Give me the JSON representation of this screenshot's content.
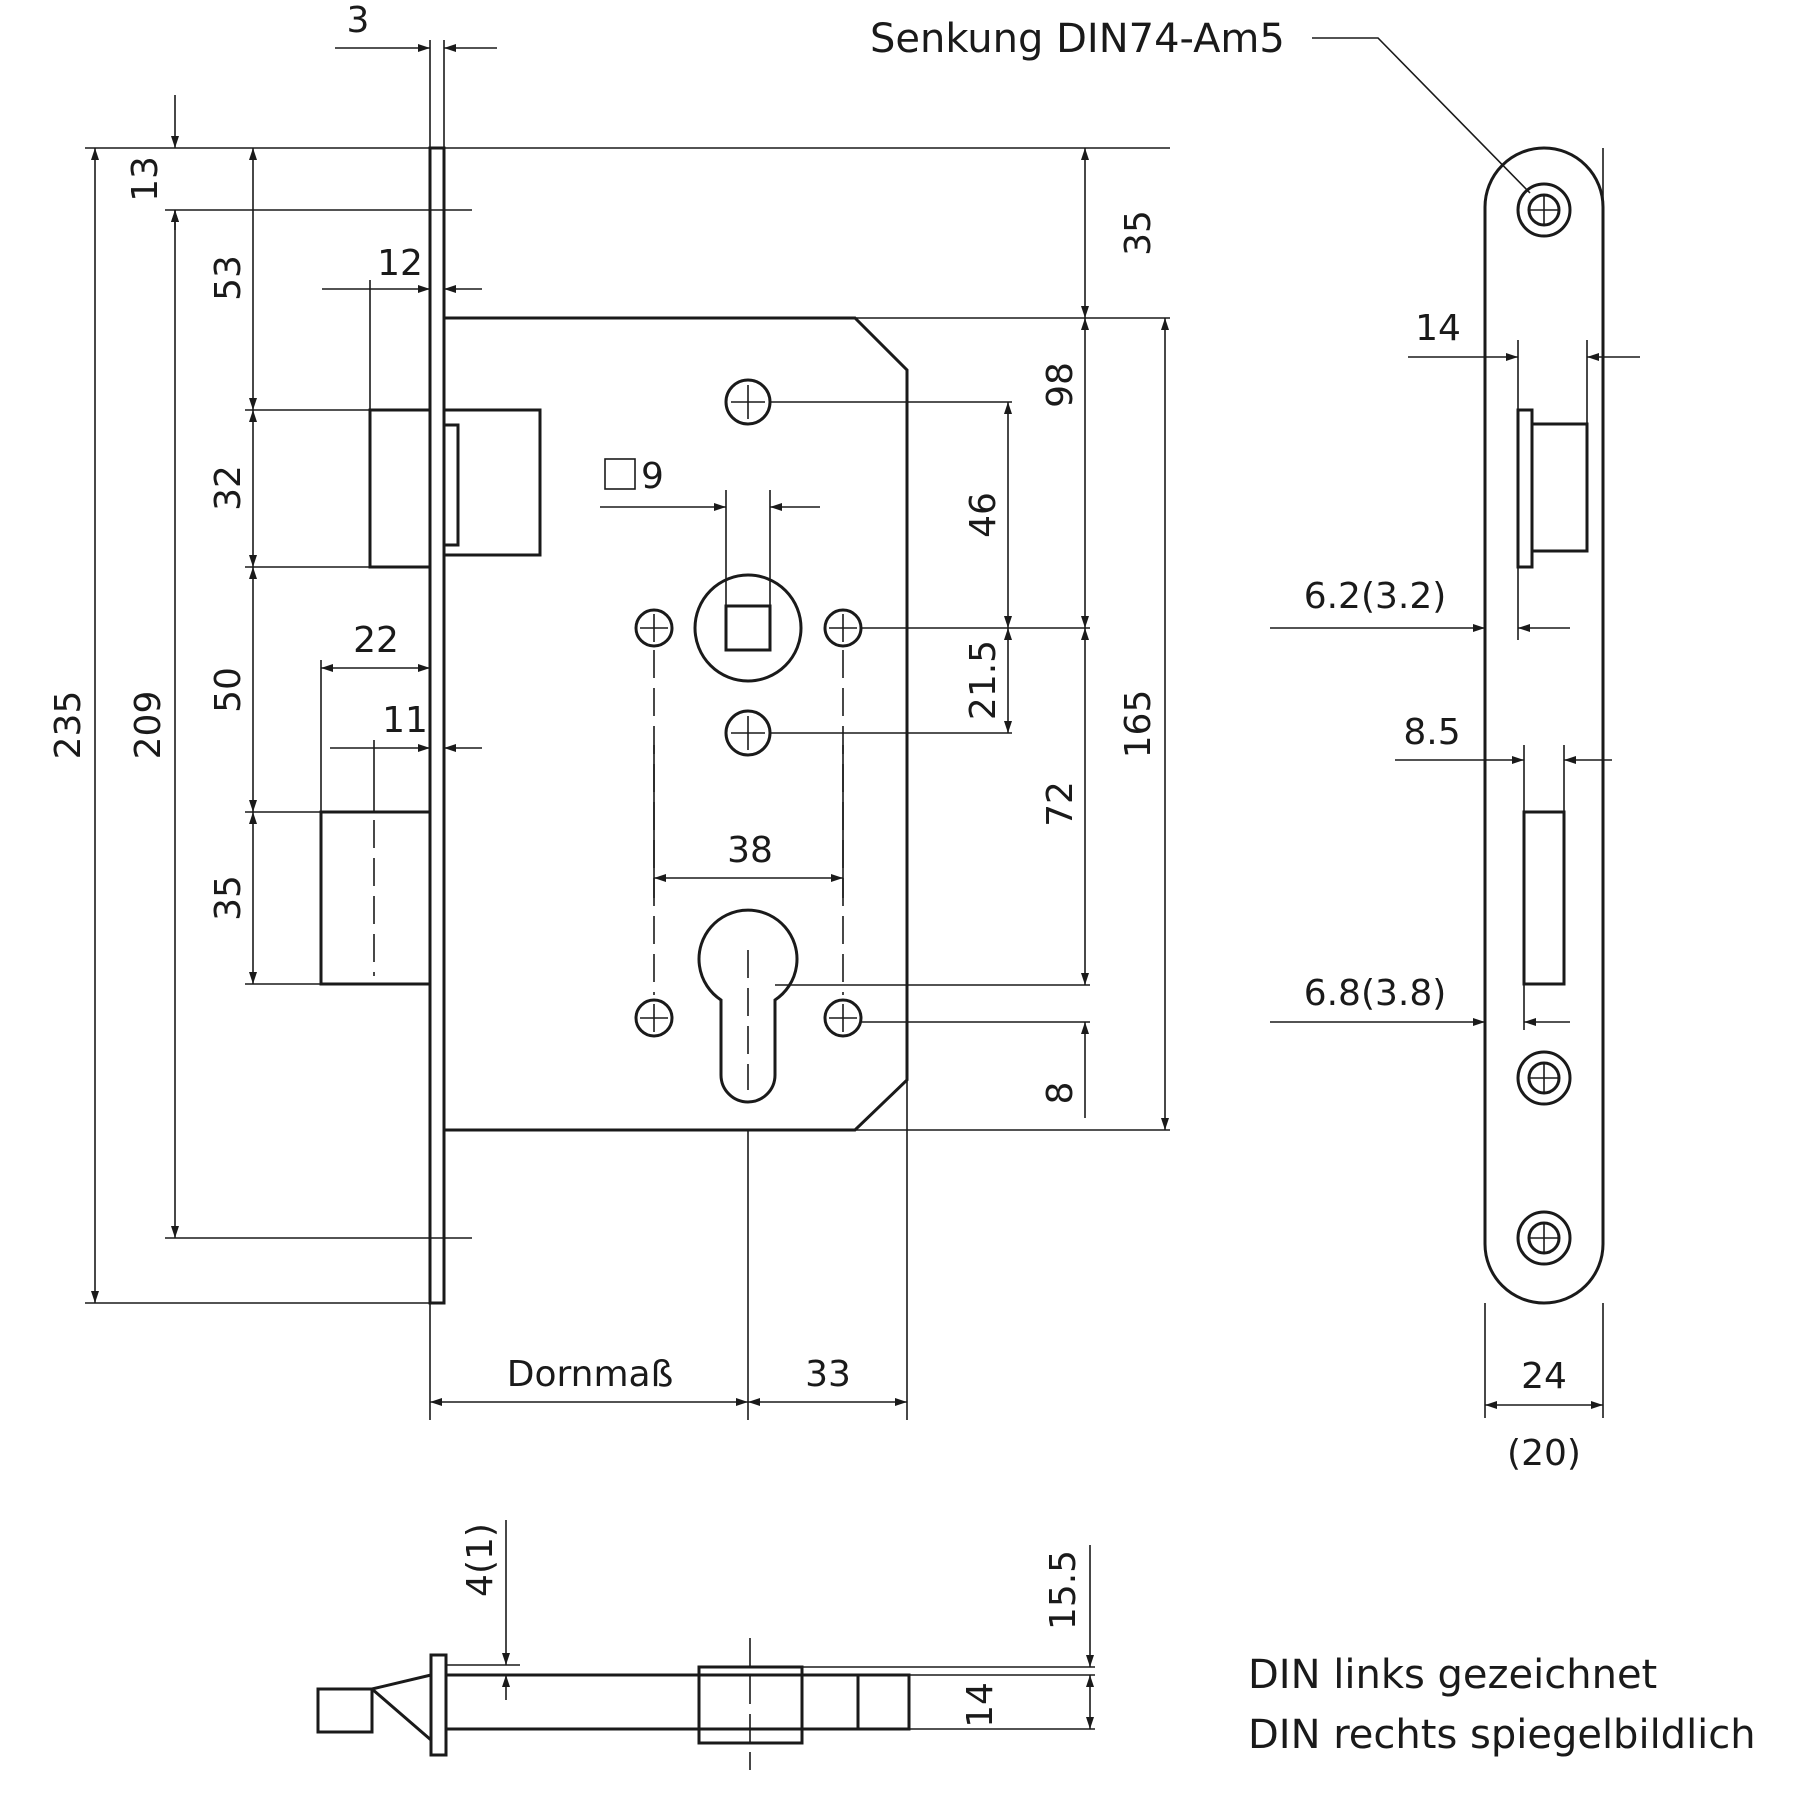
{
  "labels": {
    "countersink": "Senkung DIN74-Am5",
    "backset": "Dornmaß",
    "square": "9",
    "note_left": "DIN links gezeichnet",
    "note_right": "DIN rechts spiegelbildlich"
  },
  "dims_front": {
    "d3": "3",
    "d13": "13",
    "d53": "53",
    "d12": "12",
    "d32": "32",
    "d22": "22",
    "d11": "11",
    "d50": "50",
    "d35_left": "35",
    "d235": "235",
    "d209": "209",
    "d35_right": "35",
    "d98": "98",
    "d46": "46",
    "d21_5": "21.5",
    "d165": "165",
    "d72": "72",
    "d8": "8",
    "d38": "38",
    "d33": "33"
  },
  "dims_side": {
    "d14": "14",
    "d6_2": "6.2(3.2)",
    "d8_5": "8.5",
    "d6_8": "6.8(3.8)",
    "d24": "24",
    "d20": "(20)"
  },
  "dims_bottom": {
    "d4_1": "4(1)",
    "d15_5": "15.5",
    "d14": "14"
  },
  "colors": {
    "line": "#1a1a1a",
    "background": "#ffffff"
  }
}
